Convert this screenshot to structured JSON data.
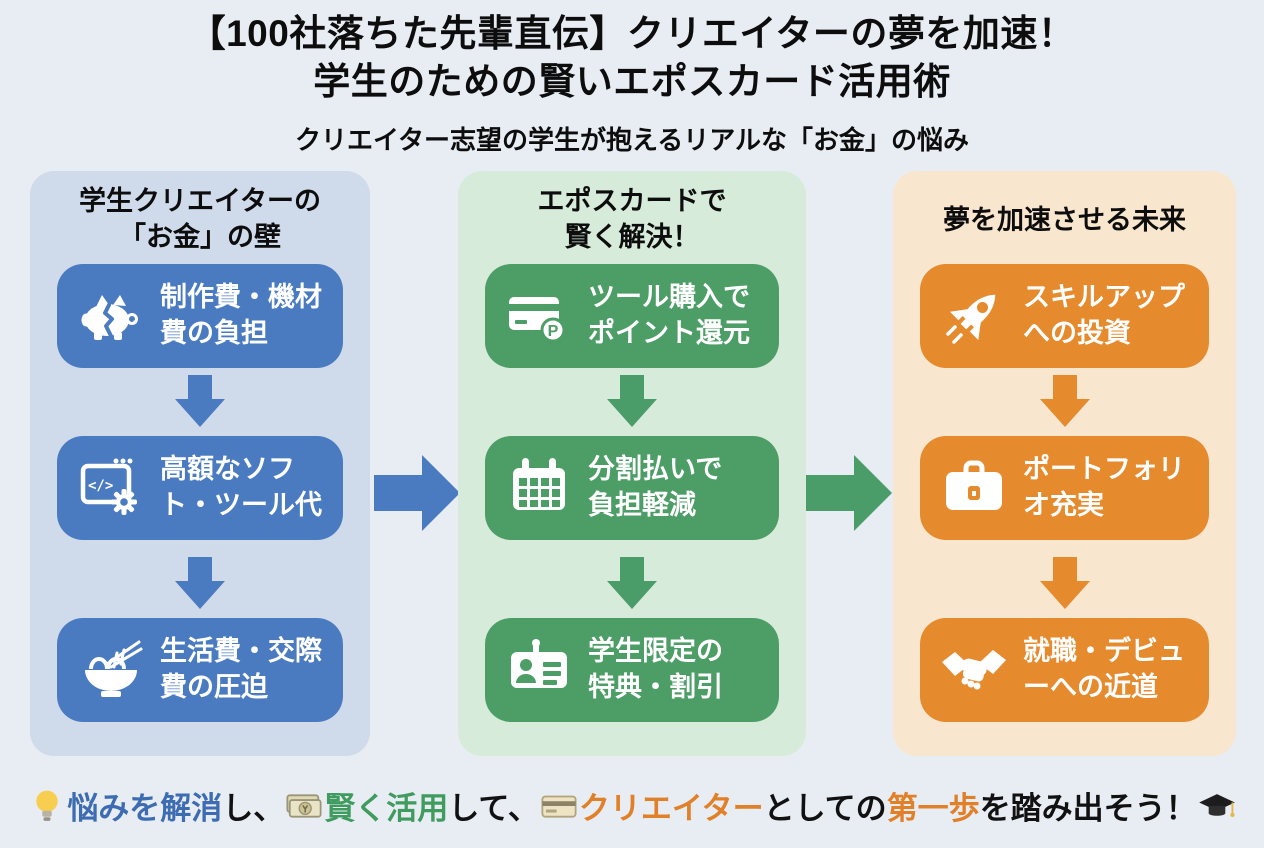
{
  "title": {
    "text": "【100社落ちた先輩直伝】クリエイターの夢を加速！\n学生のための賢いエポスカード活用術"
  },
  "subtitle": "クリエイター志望の学生が抱えるリアルな「お金」の悩み",
  "columns": [
    {
      "header": "学生クリエイターの\n「お金」の壁",
      "items": [
        {
          "icon": "broken-piggy-bank-icon",
          "label": "制作費・機材\n費の負担"
        },
        {
          "icon": "software-window-gear-icon",
          "label": "高額なソフ\nト・ツール代"
        },
        {
          "icon": "ramen-bowl-icon",
          "label": "生活費・交際\n費の圧迫"
        }
      ]
    },
    {
      "header": "エポスカードで\n賢く解決！",
      "items": [
        {
          "icon": "credit-card-points-icon",
          "label": "ツール購入で\nポイント還元"
        },
        {
          "icon": "calendar-icon",
          "label": "分割払いで\n負担軽減"
        },
        {
          "icon": "id-card-icon",
          "label": "学生限定の\n特典・割引"
        }
      ]
    },
    {
      "header": "夢を加速させる未来",
      "items": [
        {
          "icon": "rocket-icon",
          "label": "スキルアップ\nへの投資"
        },
        {
          "icon": "briefcase-icon",
          "label": "ポートフォリ\nオ充実"
        },
        {
          "icon": "handshake-icon",
          "label": "就職・デビュ\nーへの近道"
        }
      ]
    }
  ],
  "footer": {
    "segments": [
      {
        "icon": "lightbulb-icon"
      },
      {
        "text": "悩みを解消",
        "color": "#3d6cb2"
      },
      {
        "text": "し、",
        "color": "#111111"
      },
      {
        "icon": "banknote-icon"
      },
      {
        "text": "賢く活用",
        "color": "#3f9b5e"
      },
      {
        "text": "して、",
        "color": "#111111"
      },
      {
        "icon": "credit-card-icon"
      },
      {
        "text": "クリエイター",
        "color": "#e0812a"
      },
      {
        "text": "としての",
        "color": "#111111"
      },
      {
        "text": "第一歩",
        "color": "#e0812a"
      },
      {
        "text": "を踏み出そう！",
        "color": "#111111"
      },
      {
        "icon": "graduation-cap-icon"
      }
    ]
  },
  "palette": {
    "background": "#e8edf3",
    "blue": "#4a7bc1",
    "green": "#4d9d67",
    "orange": "#e68a2e",
    "panel_blue": "#cfdaea",
    "panel_green": "#d7ebda",
    "panel_orange": "#f8e6ce",
    "box_text": "#ffffff",
    "heading_text": "#0d0d0d"
  }
}
